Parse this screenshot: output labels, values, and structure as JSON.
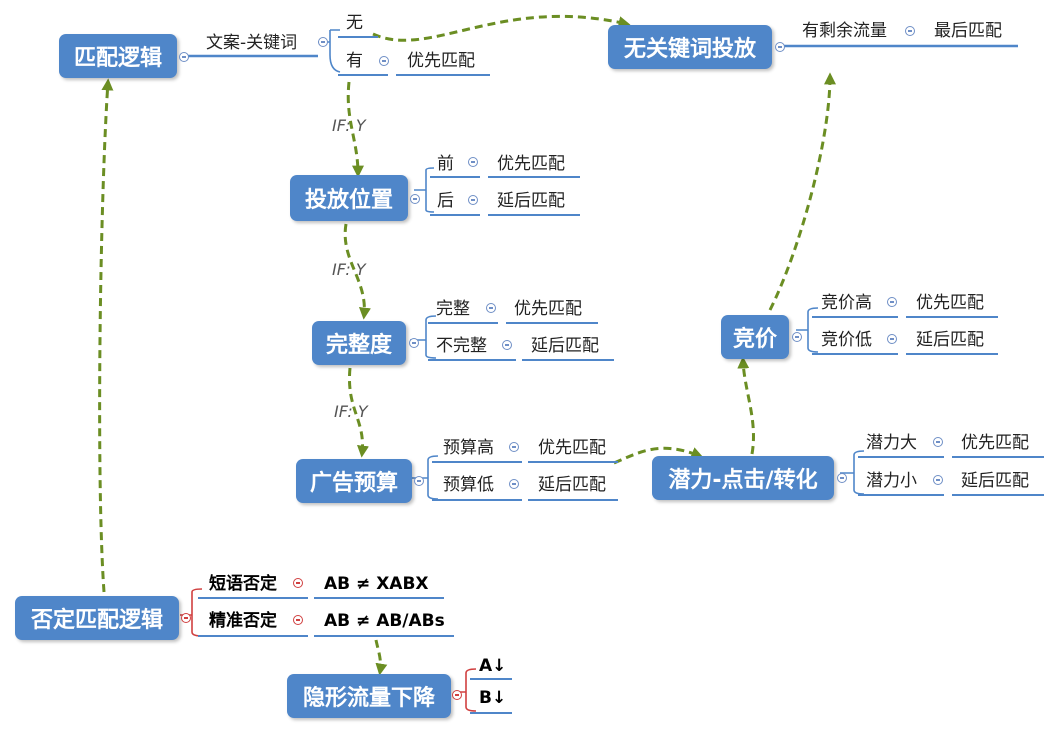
{
  "nodes": {
    "match_logic": "匹配逻辑",
    "irrelevant_keyword": "无关键词投放",
    "placement": "投放位置",
    "completeness": "完整度",
    "ad_budget": "广告预算",
    "potential": "潜力-点击/转化",
    "bid": "竞价",
    "negative_match": "否定匹配逻辑",
    "hidden_traffic_drop": "隐形流量下降"
  },
  "labels": {
    "copy_keyword": "文案-关键词",
    "none": "无",
    "has": "有",
    "priority_match": "优先匹配",
    "has_remaining_traffic": "有剩余流量",
    "last_match": "最后匹配",
    "front": "前",
    "back": "后",
    "delayed_match": "延后匹配",
    "complete": "完整",
    "incomplete": "不完整",
    "budget_high": "预算高",
    "budget_low": "预算低",
    "potential_high": "潜力大",
    "potential_low": "潜力小",
    "bid_high": "竞价高",
    "bid_low": "竞价低",
    "phrase_negative": "短语否定",
    "exact_negative": "精准否定",
    "phrase_rule": "AB ≠ XABX",
    "exact_rule": "AB ≠ AB/ABs",
    "a_down": "A↓",
    "b_down": "B↓"
  },
  "conditions": {
    "if_y_1": "IF:  Y",
    "if_y_2": "IF:  Y",
    "if_y_3": "IF:  Y"
  },
  "colors": {
    "node_fill": "#4f86c9",
    "node_text": "#ffffff",
    "arrow": "#6b8e23",
    "branch": "#4f86c9",
    "negative_branch": "#d04040"
  }
}
